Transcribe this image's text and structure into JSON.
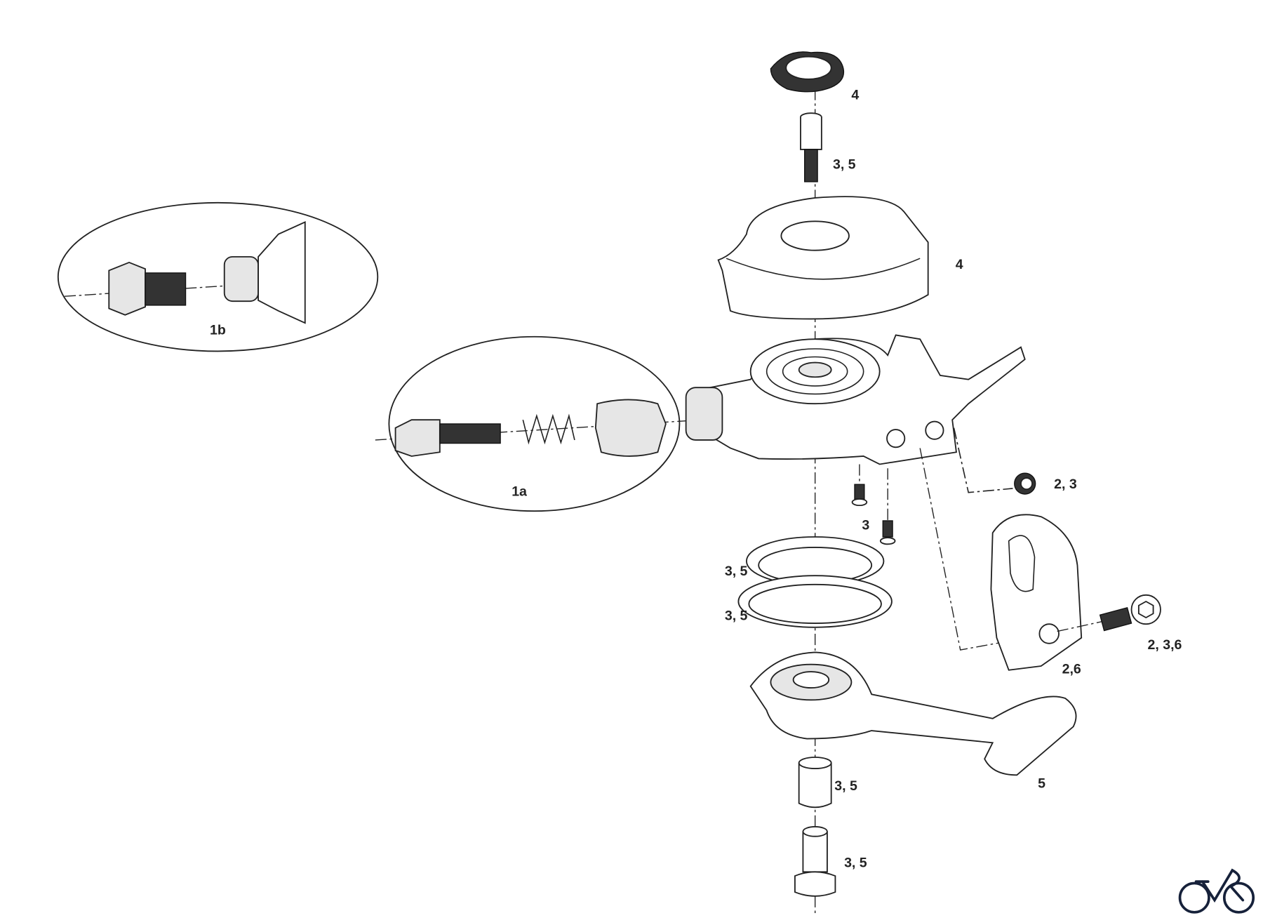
{
  "diagram": {
    "callouts": {
      "knob": "4",
      "bolt_top": "3, 5",
      "cover": "4",
      "detail_1b": "1b",
      "detail_1a": "1a",
      "cap_bolt": "2, 3",
      "screws": "3",
      "washer_upper": "3, 5",
      "washer_lower": "3, 5",
      "clamp_bolt": "2, 3,6",
      "clamp": "2,6",
      "lever": "5",
      "bushing": "3, 5",
      "bottom_bolt": "3, 5"
    },
    "logo": {
      "name": "bicycle-logo",
      "color": "#16213a"
    }
  }
}
